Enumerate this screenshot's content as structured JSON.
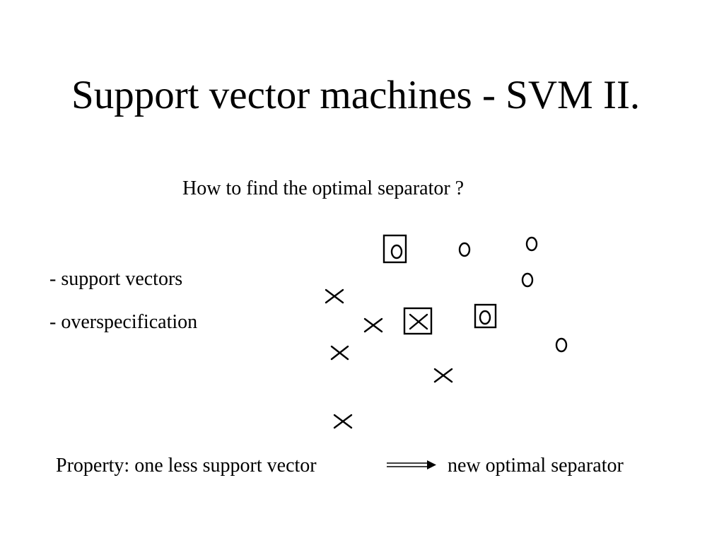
{
  "slide": {
    "title": "Support vector machines - SVM II.",
    "subtitle": "How to find the optimal separator ?",
    "bullets": [
      "- support vectors",
      "- overspecification"
    ],
    "property_left": "Property: one less support vector",
    "property_right": "new optimal separator"
  },
  "diagram": {
    "ink_color": "#000000",
    "marker_legend": {
      "cross": "cross-marker",
      "circle": "circle-marker",
      "boxed": "support-vector-box"
    }
  }
}
